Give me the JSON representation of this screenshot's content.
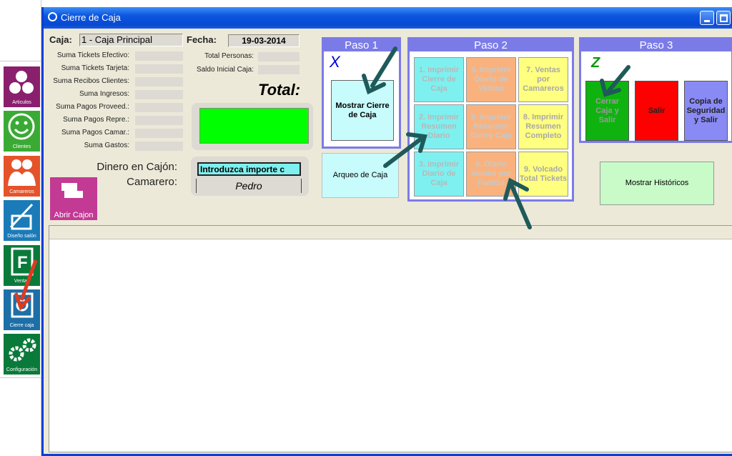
{
  "window": {
    "title": "Cierre de Caja"
  },
  "sidebar": {
    "items": [
      {
        "label": "Articulos",
        "color": "#8a1f6e"
      },
      {
        "label": "Clientes",
        "color": "#3aaa35"
      },
      {
        "label": "Camareros",
        "color": "#e5532b"
      },
      {
        "label": "Diseño salón",
        "color": "#1a7bb8"
      },
      {
        "label": "Ventas",
        "color": "#0a7a3a"
      },
      {
        "label": "Cierre caja",
        "color": "#1d6fa8"
      },
      {
        "label": "Configuración",
        "color": "#0a7a3a"
      }
    ]
  },
  "form": {
    "caja_label": "Caja:",
    "caja_value": "1 - Caja Principal",
    "fecha_label": "Fecha:",
    "fecha_value": "19-03-2014",
    "sumas": [
      "Suma Tickets Efectivo:",
      "Suma Tickets Tarjeta:",
      "Suma Recibos Clientes:",
      "Suma Ingresos:",
      "Suma Pagos Proveed.:",
      "Suma Pagos Repre.:",
      "Suma Pagos Camar.:",
      "Suma Gastos:"
    ],
    "total_personas": "Total Personas:",
    "saldo_inicial": "Saldo Inicial Caja:",
    "total_label": "Total:",
    "dinero_label": "Dinero en Cajón:",
    "dinero_value": "Introduzca importe c",
    "camarero_label": "Camarero:",
    "camarero_value": "Pedro",
    "abrir_cajon": "Abrir Cajon"
  },
  "paso1": {
    "title": "Paso 1",
    "mark": "X",
    "button": "Mostrar Cierre de Caja",
    "arqueo": "Arqueo de Caja"
  },
  "paso2": {
    "title": "Paso 2",
    "buttons": [
      "1. Imprimir Cierre de Caja",
      "4. Imprimir Diario de Ventas",
      "7. Ventas por Camareros",
      "2. Imprimir Resumen Diario",
      "5. Imprimir Resumen Cierre Caja",
      "8. Imprimir Resumen Completo",
      "3. Imprimir Diario de Caja",
      "6. Diario Ventas por Familia",
      "9. Volcado Total Tickets"
    ]
  },
  "paso3": {
    "title": "Paso 3",
    "mark": "Z",
    "cerrar": "Cerrar Caja y Salir",
    "salir": "Salir",
    "copia": "Copia de Seguridad y Salir"
  },
  "historicos": "Mostrar Históricos"
}
